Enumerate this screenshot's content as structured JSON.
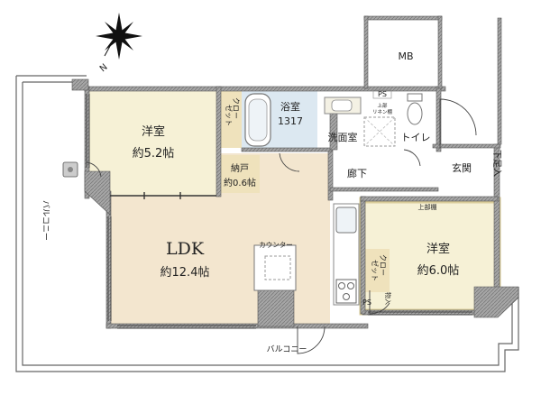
{
  "compass": {
    "north_label": "N",
    "icon": "compass-star-icon"
  },
  "rooms": {
    "western_1": {
      "name": "洋室",
      "size": "約5.2帖"
    },
    "western_2": {
      "name": "洋室",
      "size": "約6.0帖"
    },
    "ldk": {
      "name": "LDK",
      "size": "約12.4帖"
    },
    "bath": {
      "name": "浴室",
      "size": "1317"
    },
    "wash": {
      "name": "洗面室"
    },
    "toilet": {
      "name": "トイレ"
    },
    "corridor": {
      "name": "廊下"
    },
    "entrance": {
      "name": "玄関"
    },
    "shoe_box": {
      "name": "下足入"
    },
    "closet_1": {
      "col1": "クロー",
      "col2": "ゼット"
    },
    "closet_2": {
      "col1": "クロー",
      "col2": "ゼット"
    },
    "storage": {
      "name": "納戸",
      "size": "約0.6帖"
    },
    "mb": {
      "name": "MB"
    },
    "ps_top": {
      "name": "PS"
    },
    "ps_bottom": {
      "name": "PS"
    },
    "counter": {
      "name": "カウンター"
    },
    "upper_shelf_room": {
      "name": "上部棚"
    },
    "upper_shelf_wash": {
      "line1": "上部",
      "line2": "リネン棚"
    },
    "bench_storage": {
      "name": "物入"
    }
  },
  "balcony": {
    "west_label": "バルコニー",
    "south_label": "バルコニー"
  },
  "colors": {
    "wall": "#8c8c8c",
    "wall_outline": "#555555",
    "western_floor": "#f6f1d6",
    "ldk_floor": "#f3e6cf",
    "bath_floor": "#dce8f1",
    "wet_floor": "#ffffff",
    "storage_floor": "#efe2bc",
    "closet_edge": "#d9cc99"
  }
}
